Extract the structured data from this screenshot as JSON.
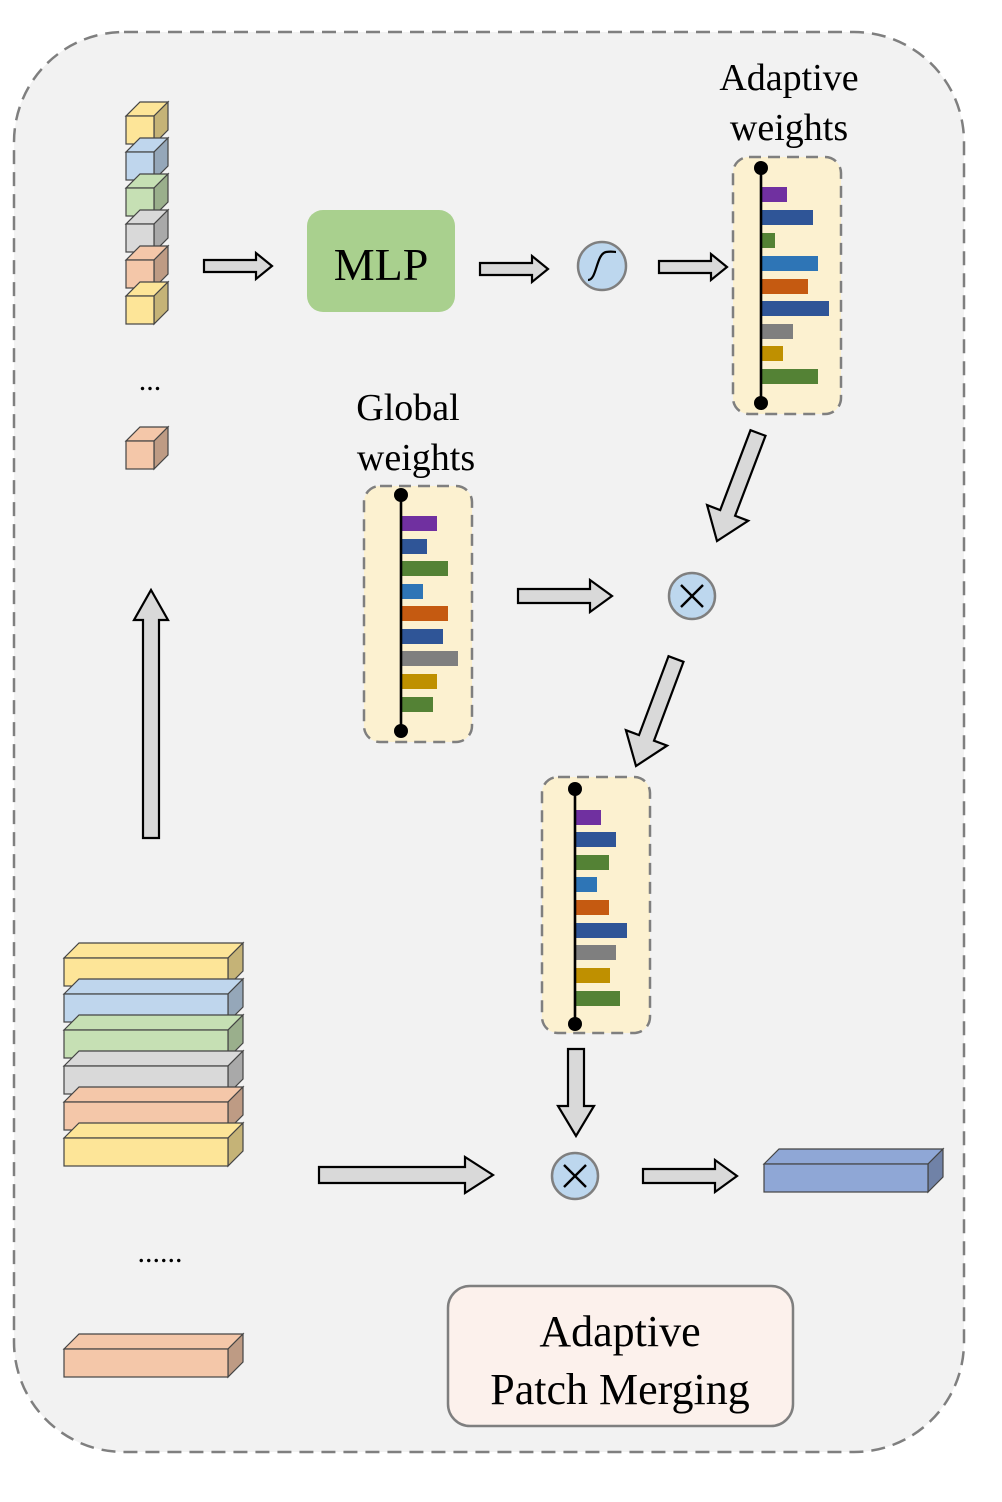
{
  "labels": {
    "mlp": "MLP",
    "adaptive_weights_line1": "Adaptive",
    "adaptive_weights_line2": "weights",
    "global_weights_line1": "Global",
    "global_weights_line2": "weights",
    "token_ellipsis": "...",
    "row_ellipsis": "......",
    "module_title_line1": "Adaptive",
    "module_title_line2": "Patch Merging"
  },
  "colors": {
    "background": "#f2f2f2",
    "mlp_box": "#a9d08e",
    "weight_panel": "#fcf1d0",
    "sigmoid_node": "#bdd7ee",
    "title_box": "#fcf1ec",
    "arrow_fill": "#d9d9d9",
    "output_block": "#8fa7d6",
    "token_yellow": "#fde598",
    "token_blue": "#bfd6ed",
    "token_green": "#c6e0b4",
    "token_gray": "#d9d9d9",
    "token_peach": "#f4c7a9",
    "bar_purple": "#7030a0",
    "bar_navy": "#2f5597",
    "bar_green": "#548235",
    "bar_blue": "#2e75b6",
    "bar_orange": "#c55a11",
    "bar_gray": "#7f7f7f",
    "bar_gold": "#bf9000"
  },
  "icons": {
    "sigmoid": "sigmoid-icon",
    "multiply": "multiply-icon",
    "arrow": "arrow-icon"
  }
}
